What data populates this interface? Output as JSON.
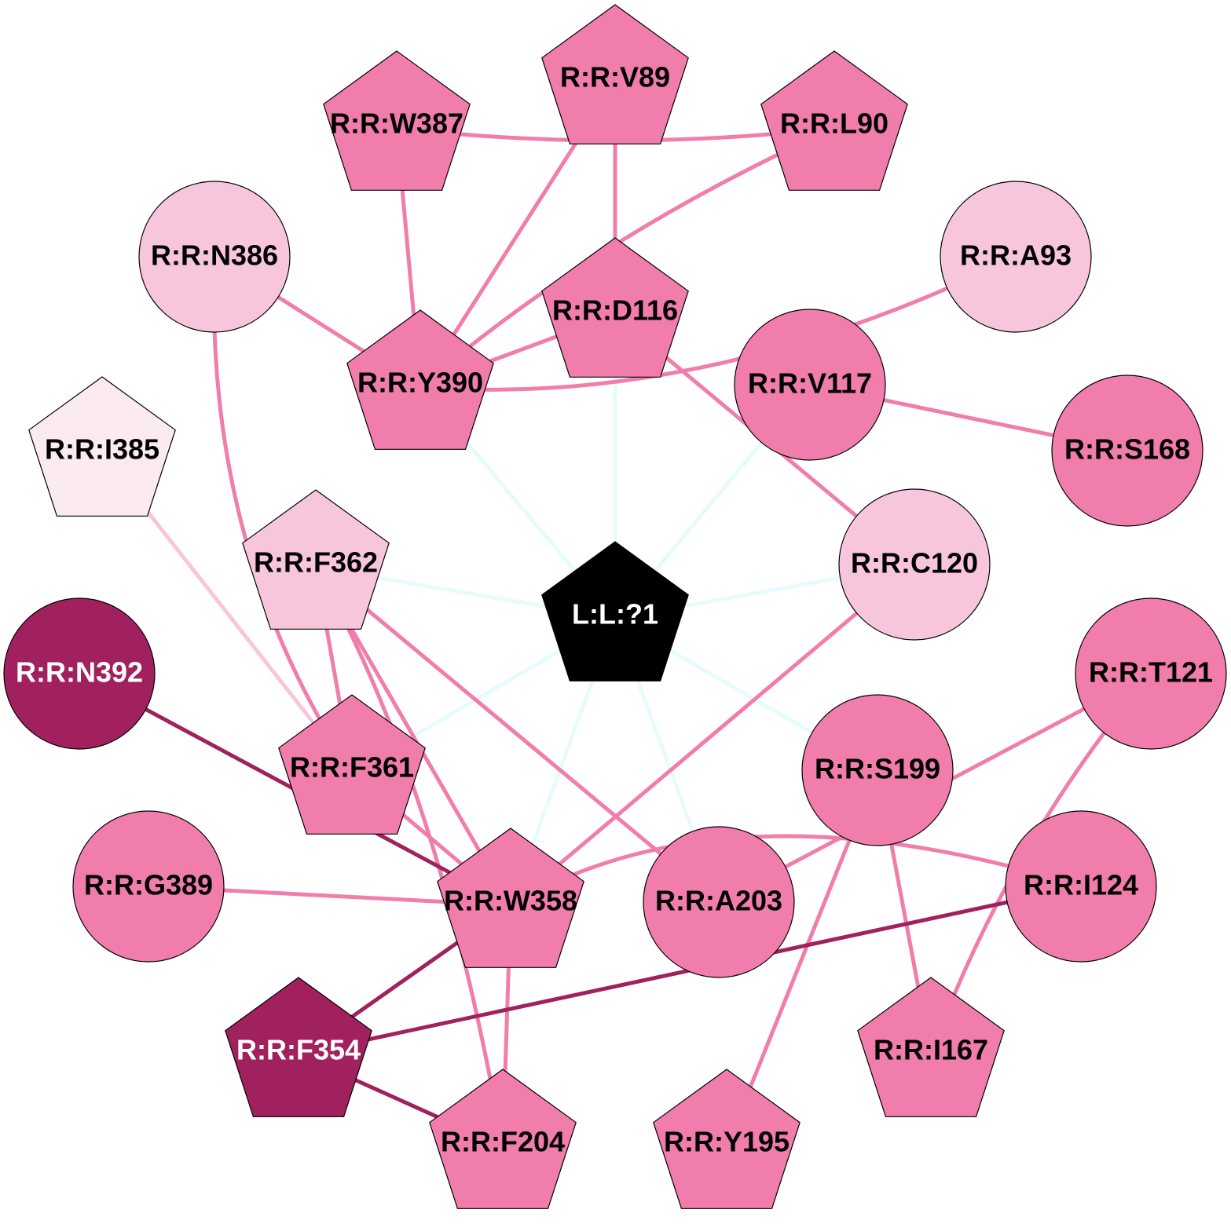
{
  "colors": {
    "pink": "#f07dab",
    "light": "#f8c6dc",
    "lightest": "#fbeaf1",
    "dark": "#a0215e",
    "ligand": "#000000",
    "ligand_edge": "#e6fbfb"
  },
  "nodes": [
    {
      "id": "V89",
      "label": "R:R:V89",
      "shape": "pentagon",
      "color": "pink"
    },
    {
      "id": "W387",
      "label": "R:R:W387",
      "shape": "pentagon",
      "color": "pink"
    },
    {
      "id": "L90",
      "label": "R:R:L90",
      "shape": "pentagon",
      "color": "pink"
    },
    {
      "id": "N386",
      "label": "R:R:N386",
      "shape": "circle",
      "color": "light"
    },
    {
      "id": "A93",
      "label": "R:R:A93",
      "shape": "circle",
      "color": "light"
    },
    {
      "id": "D116",
      "label": "R:R:D116",
      "shape": "pentagon",
      "color": "pink"
    },
    {
      "id": "Y390",
      "label": "R:R:Y390",
      "shape": "pentagon",
      "color": "pink"
    },
    {
      "id": "V117",
      "label": "R:R:V117",
      "shape": "circle",
      "color": "pink"
    },
    {
      "id": "S168",
      "label": "R:R:S168",
      "shape": "circle",
      "color": "pink"
    },
    {
      "id": "I385",
      "label": "R:R:I385",
      "shape": "pentagon",
      "color": "lightest"
    },
    {
      "id": "F362",
      "label": "R:R:F362",
      "shape": "pentagon",
      "color": "light"
    },
    {
      "id": "C120",
      "label": "R:R:C120",
      "shape": "circle",
      "color": "light"
    },
    {
      "id": "L1",
      "label": "L:L:?1",
      "shape": "pentagon",
      "color": "ligand"
    },
    {
      "id": "N392",
      "label": "R:R:N392",
      "shape": "circle",
      "color": "dark"
    },
    {
      "id": "T121",
      "label": "R:R:T121",
      "shape": "circle",
      "color": "pink"
    },
    {
      "id": "F361",
      "label": "R:R:F361",
      "shape": "pentagon",
      "color": "pink"
    },
    {
      "id": "S199",
      "label": "R:R:S199",
      "shape": "circle",
      "color": "pink"
    },
    {
      "id": "G389",
      "label": "R:R:G389",
      "shape": "circle",
      "color": "pink"
    },
    {
      "id": "W358",
      "label": "R:R:W358",
      "shape": "pentagon",
      "color": "pink"
    },
    {
      "id": "A203",
      "label": "R:R:A203",
      "shape": "circle",
      "color": "pink"
    },
    {
      "id": "I124",
      "label": "R:R:I124",
      "shape": "circle",
      "color": "pink"
    },
    {
      "id": "F354",
      "label": "R:R:F354",
      "shape": "pentagon",
      "color": "dark"
    },
    {
      "id": "I167",
      "label": "R:R:I167",
      "shape": "pentagon",
      "color": "pink"
    },
    {
      "id": "F204",
      "label": "R:R:F204",
      "shape": "pentagon",
      "color": "pink"
    },
    {
      "id": "Y195",
      "label": "R:R:Y195",
      "shape": "pentagon",
      "color": "pink"
    }
  ],
  "edges": [
    {
      "from": "L1",
      "to": "Y390",
      "color": "ligand_edge"
    },
    {
      "from": "L1",
      "to": "D116",
      "color": "ligand_edge"
    },
    {
      "from": "L1",
      "to": "V117",
      "color": "ligand_edge"
    },
    {
      "from": "L1",
      "to": "F362",
      "color": "ligand_edge"
    },
    {
      "from": "L1",
      "to": "C120",
      "color": "ligand_edge"
    },
    {
      "from": "L1",
      "to": "F361",
      "color": "ligand_edge"
    },
    {
      "from": "L1",
      "to": "W358",
      "color": "ligand_edge"
    },
    {
      "from": "L1",
      "to": "S199",
      "color": "ligand_edge"
    },
    {
      "from": "L1",
      "to": "A203",
      "color": "ligand_edge"
    },
    {
      "from": "I385",
      "to": "F361",
      "color": "light"
    },
    {
      "from": "W387",
      "to": "L90",
      "color": "pink"
    },
    {
      "from": "V89",
      "to": "Y390",
      "color": "pink"
    },
    {
      "from": "V89",
      "to": "D116",
      "color": "pink"
    },
    {
      "from": "L90",
      "to": "Y390",
      "color": "pink"
    },
    {
      "from": "W387",
      "to": "Y390",
      "color": "pink"
    },
    {
      "from": "N386",
      "to": "Y390",
      "color": "pink"
    },
    {
      "from": "Y390",
      "to": "D116",
      "color": "pink"
    },
    {
      "from": "Y390",
      "to": "A93",
      "color": "pink"
    },
    {
      "from": "D116",
      "to": "C120",
      "color": "pink"
    },
    {
      "from": "V117",
      "to": "S168",
      "color": "pink"
    },
    {
      "from": "N386",
      "to": "F361",
      "color": "pink"
    },
    {
      "from": "F362",
      "to": "F361",
      "color": "pink"
    },
    {
      "from": "F362",
      "to": "W358",
      "color": "pink"
    },
    {
      "from": "F362",
      "to": "A203",
      "color": "pink"
    },
    {
      "from": "F362",
      "to": "F204",
      "color": "pink"
    },
    {
      "from": "F361",
      "to": "W358",
      "color": "pink"
    },
    {
      "from": "G389",
      "to": "W358",
      "color": "pink"
    },
    {
      "from": "C120",
      "to": "W358",
      "color": "pink"
    },
    {
      "from": "W358",
      "to": "I124",
      "color": "pink"
    },
    {
      "from": "W358",
      "to": "F204",
      "color": "pink"
    },
    {
      "from": "T121",
      "to": "A203",
      "color": "pink"
    },
    {
      "from": "T121",
      "to": "I167",
      "color": "pink"
    },
    {
      "from": "S199",
      "to": "Y195",
      "color": "pink"
    },
    {
      "from": "S199",
      "to": "I167",
      "color": "pink"
    },
    {
      "from": "N392",
      "to": "W358",
      "color": "dark"
    },
    {
      "from": "W358",
      "to": "F354",
      "color": "dark"
    },
    {
      "from": "F354",
      "to": "I124",
      "color": "dark"
    },
    {
      "from": "F354",
      "to": "F204",
      "color": "dark"
    }
  ]
}
